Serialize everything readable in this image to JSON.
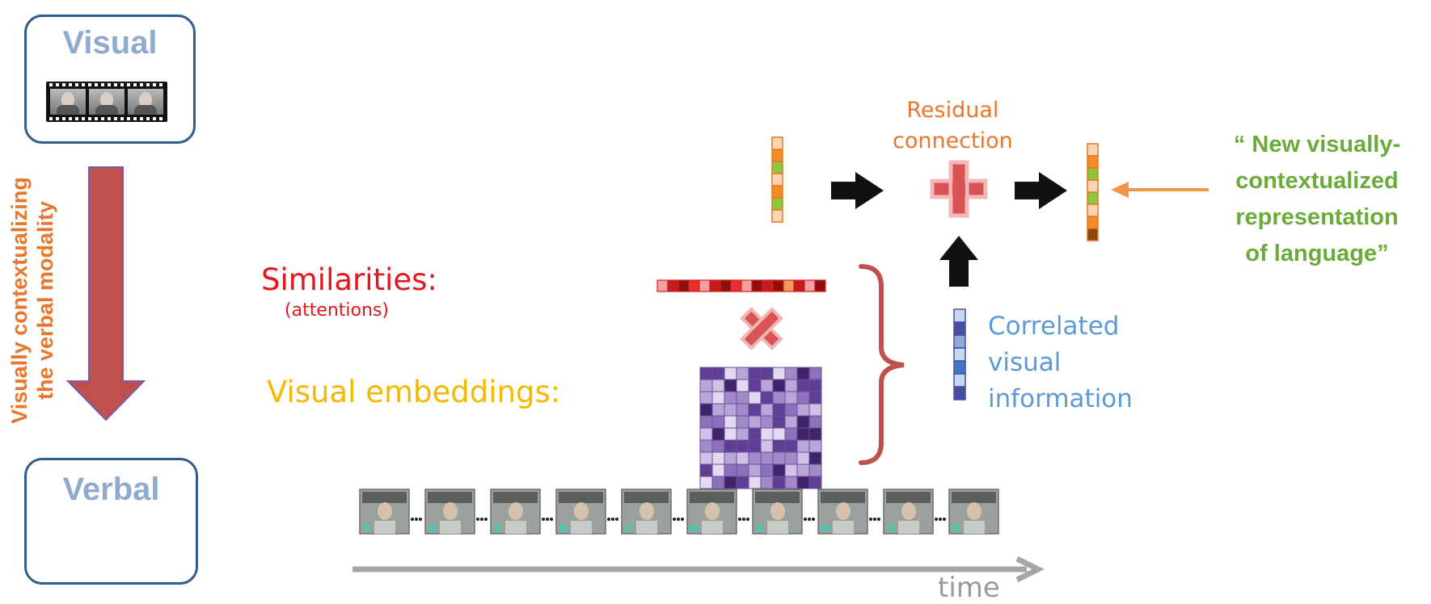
{
  "left_panel": {
    "visual_title": "Visual",
    "verbal_title": "Verbal",
    "side_caption_line1": "Visually contextualizing",
    "side_caption_line2": "the verbal modality"
  },
  "labels": {
    "similarities": "Similarities:",
    "attentions": "(attentions)",
    "visual_embeddings": "Visual embeddings:",
    "residual_line1": "Residual",
    "residual_line2": "connection",
    "correlated_line1": "Correlated",
    "correlated_line2": "visual",
    "correlated_line3": "information",
    "output_line1": "“ New visually-",
    "output_line2": "contextualized",
    "output_line3": "representation",
    "output_line4": "of language”",
    "time_axis": "time"
  },
  "colors": {
    "box_border": "#2f5c8a",
    "box_title": "#8eabcf",
    "side_caption": "#e8772e",
    "big_arrow": "#c0504d",
    "similarities": "#e8141c",
    "visual_embeddings": "#f5b800",
    "residual": "#e8772e",
    "correlated": "#5b9bd5",
    "output": "#6aab3a",
    "time_arrow": "#a6a6a6"
  }
}
